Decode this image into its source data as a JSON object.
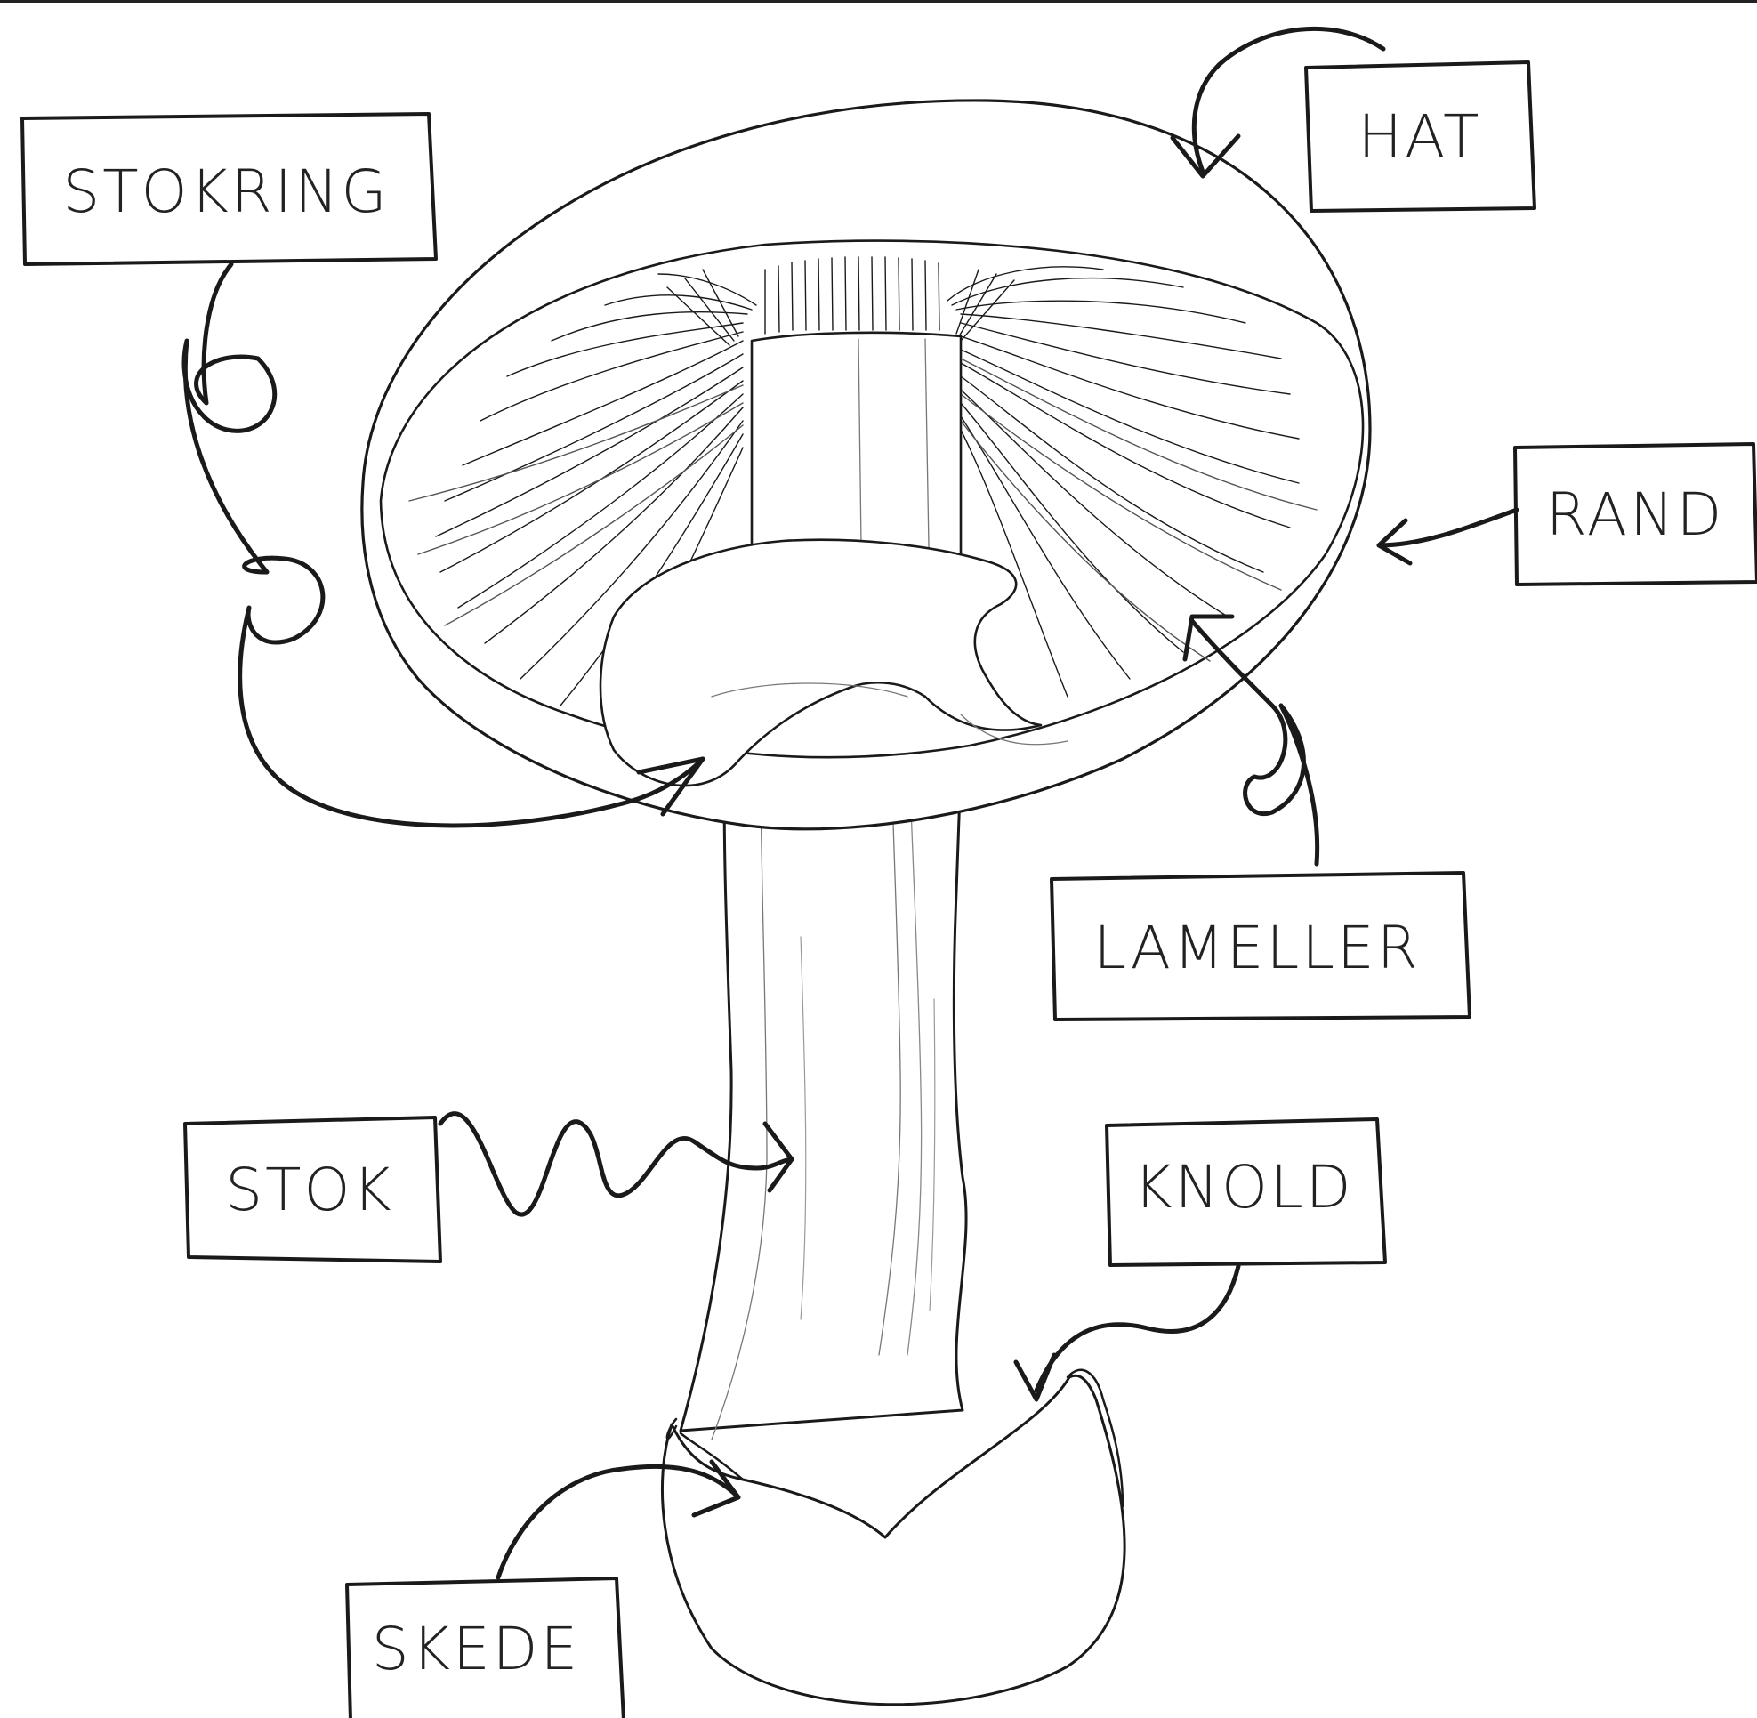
{
  "diagram": {
    "labels": {
      "hat": "HAT",
      "stokring": "STOKRING",
      "rand": "RAND",
      "lameller": "LAMELLER",
      "stok": "STOK",
      "knold": "KNOLD",
      "skede": "SKEDE"
    },
    "colors": {
      "ink": "#1a1a1a",
      "paper": "#ffffff"
    }
  }
}
